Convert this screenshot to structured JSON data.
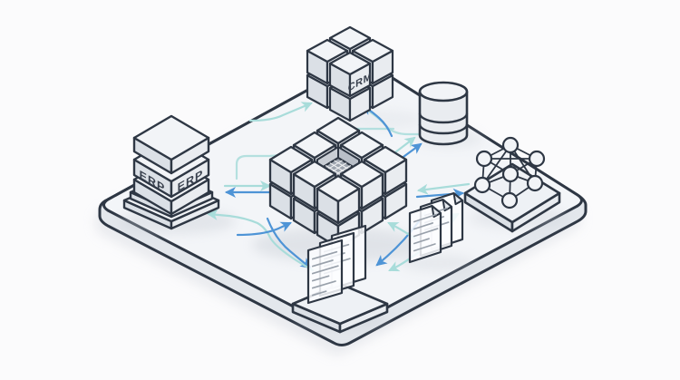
{
  "diagram": {
    "kind": "isometric data integration illustration",
    "platform": {
      "icon": "isometric-platform"
    }
  },
  "components": {
    "crm_cluster": {
      "icon": "cube-cluster-icon",
      "label": "CRM"
    },
    "erp_stack": {
      "icon": "layer-stack-icon",
      "left_label": "ERP",
      "right_label": "ERP"
    },
    "database": {
      "icon": "database-cylinder-icon"
    },
    "central_cube": {
      "icon": "modular-cube-icon",
      "detail": "recessed-grid-panel"
    },
    "network": {
      "icon": "graph-network-icon",
      "node_count": 7
    },
    "documents_right": {
      "icon": "document-stack-icon",
      "sheets": 3
    },
    "documents_bottom": {
      "icon": "document-stack-icon",
      "sheets": 3
    }
  },
  "colors": {
    "background": "#fbfbfc",
    "outline": "#2e3744",
    "face_top": "#f2f4f7",
    "face_left": "#dbe0e6",
    "face_right": "#e9ecf0",
    "platform_top": "#f3f5f8",
    "platform_side": "#e3e7ec",
    "grid_panel": "#9fa6b0",
    "grid_lines": "#ffffff",
    "arrow_teal": "#a8dcda",
    "arrow_blue": "#4e94d6",
    "label_text": "#39414e",
    "doc_line": "#99a1ab",
    "shadow": "#c7ccd4"
  }
}
